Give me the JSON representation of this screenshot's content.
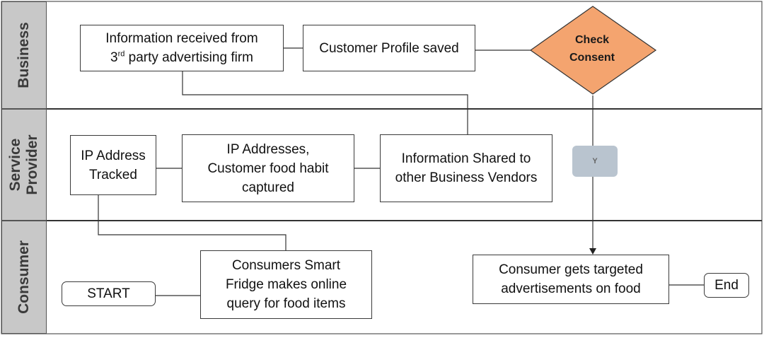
{
  "lanes": {
    "business": [
      "Business"
    ],
    "service_provider": [
      "Service",
      "Provider"
    ],
    "consumer": [
      "Consumer"
    ]
  },
  "nodes": {
    "info_received": {
      "line1": "Information received from",
      "line2_pre": "3",
      "line2_sup": "rd",
      "line2_post": " party advertising firm"
    },
    "profile_saved": "Customer Profile saved",
    "check_consent": [
      "Check",
      "Consent"
    ],
    "ip_tracked": [
      "IP Address",
      "Tracked"
    ],
    "ip_captured": [
      "IP Addresses,",
      "Customer food habit",
      "captured"
    ],
    "info_shared": [
      "Information Shared to",
      "other Business Vendors"
    ],
    "start": "START",
    "smart_fridge": [
      "Consumers Smart",
      "Fridge makes online",
      "query for food items"
    ],
    "targeted_ads": [
      "Consumer gets targeted",
      "advertisements on food"
    ],
    "end": "End"
  },
  "edge_labels": {
    "yes": "Y"
  },
  "colors": {
    "decision_fill": "#f4a46f",
    "lane_header": "#c8c8c8",
    "y_badge": "#b9c4cf"
  }
}
